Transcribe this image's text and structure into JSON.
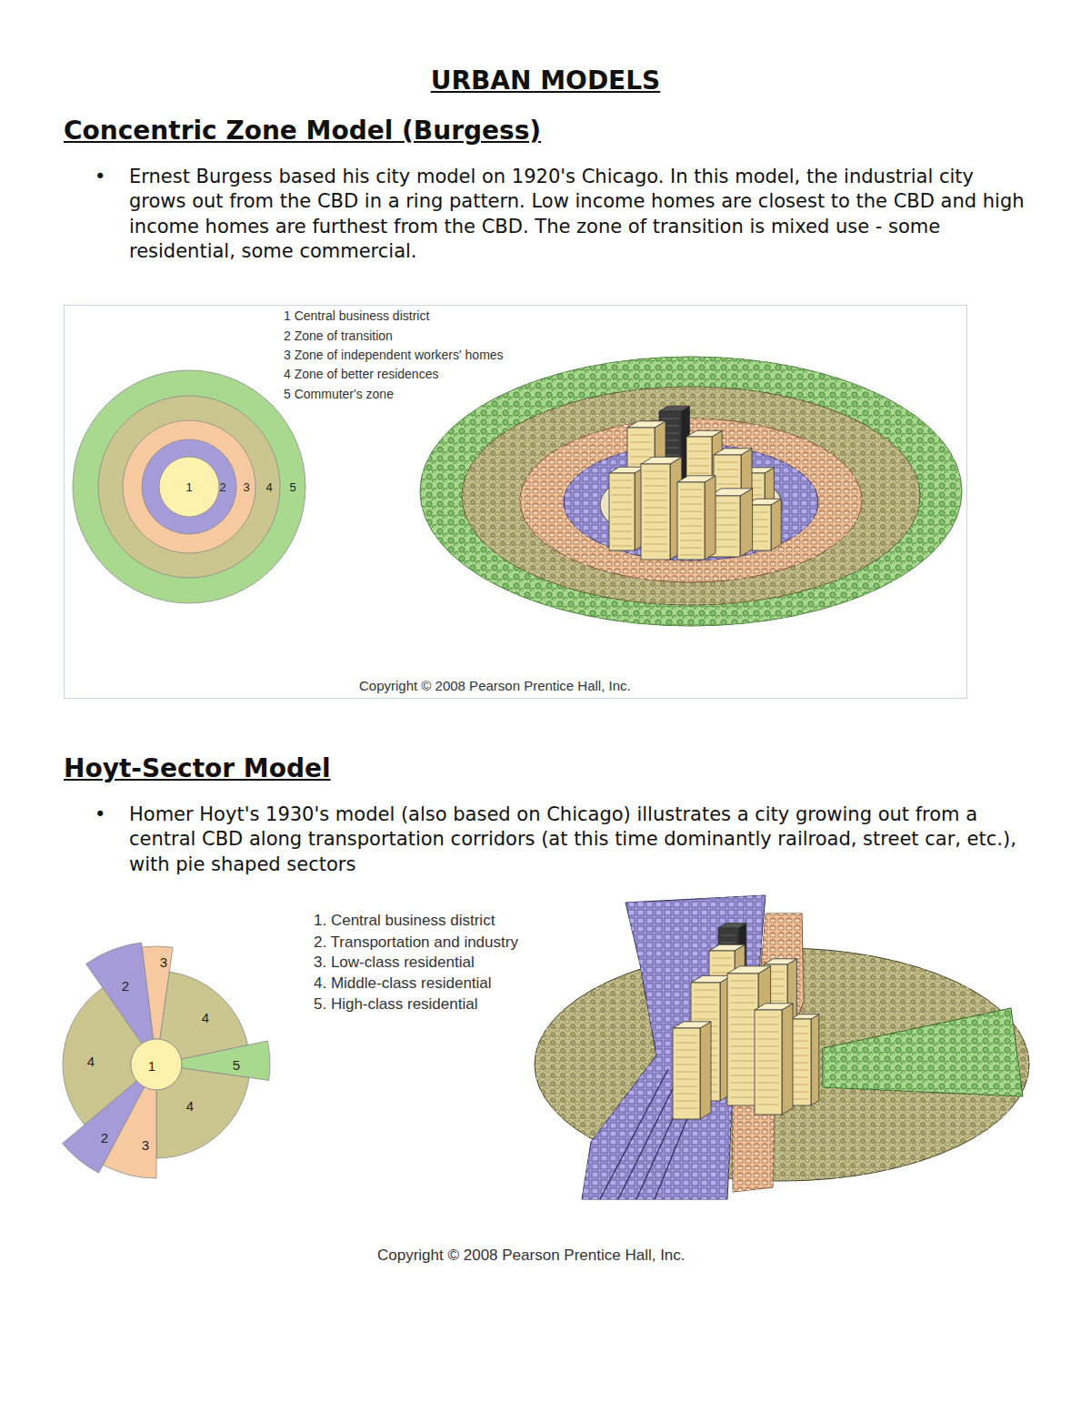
{
  "diagram": {
    "title": "URBAN MODELS",
    "nodes": [
      {
        "text": [
          "5"
        ]
      },
      {
        "text": [
          "4"
        ],
        "in": 0
      },
      {
        "text": [
          "3"
        ],
        "in": 1
      },
      {
        "text": [
          "2"
        ],
        "in": 2
      },
      {
        "text": [
          "1"
        ],
        "in": 3
      },
      {
        "text": [
          "3"
        ]
      },
      {
        "text": [
          "2"
        ]
      },
      {
        "text": [
          "4"
        ]
      },
      {
        "text": [
          "4"
        ]
      },
      {
        "text": [
          "1"
        ]
      },
      {
        "text": [
          "5"
        ]
      },
      {
        "text": [
          "4"
        ]
      },
      {
        "text": [
          "2"
        ]
      },
      {
        "text": [
          "3"
        ]
      }
    ],
    "labels": [
      "Concentric Zone Model (Burgess)",
      "•",
      "Ernest Burgess based his city model on 1920's Chicago. In this model, the industrial city grows out from the CBD in a ring pattern. Low income homes are closest to the CBD and high income homes are furthest from the CBD. The zone of transition is mixed use - some residential, some commercial.",
      "1 Central business district",
      "2 Zone of transition",
      "3 Zone of independent workers' homes",
      "4 Zone of better residences",
      "5 Commuter's zone",
      "Copyright © 2008 Pearson Prentice Hall, Inc.",
      "Hoyt-Sector Model",
      "•",
      "Homer Hoyt's 1930's model (also based on Chicago) illustrates a city growing out from a central CBD along transportation corridors (at this time dominantly railroad, street car, etc.), with pie shaped sectors",
      "1. Central business district",
      "2. Transportation and industry",
      "3. Low-class residential",
      "4. Middle-class residential",
      "5. High-class residential",
      "Copyright © 2008 Pearson Prentice Hall, Inc."
    ]
  }
}
